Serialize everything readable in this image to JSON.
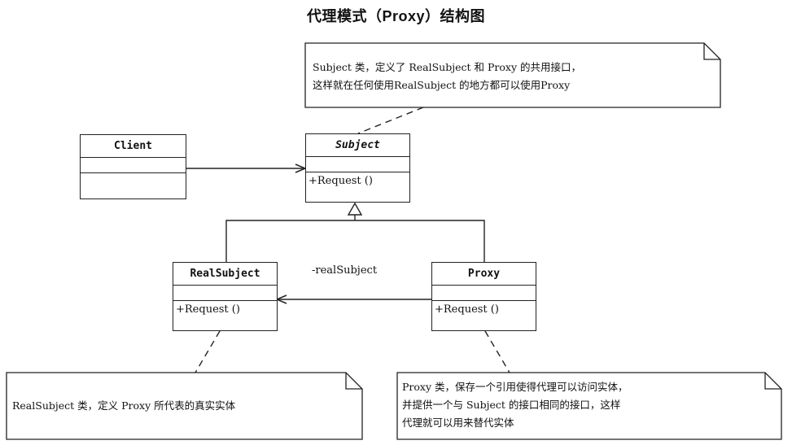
{
  "title": "代理模式（Proxy）结构图",
  "classes": {
    "client": {
      "name": "Client",
      "operation": ""
    },
    "subject": {
      "name": "Subject",
      "operation": "+Request ()"
    },
    "real_subject": {
      "name": "RealSubject",
      "operation": "+Request ()"
    },
    "proxy": {
      "name": "Proxy",
      "operation": "+Request ()"
    }
  },
  "association_label": "-realSubject",
  "notes": {
    "subject": {
      "lines": [
        "Subject 类，定义了 RealSubject 和 Proxy 的共用接口，",
        "这样就在任何使用RealSubject 的地方都可以使用Proxy"
      ]
    },
    "real_subject": {
      "lines": [
        "RealSubject 类，定义 Proxy 所代表的真实实体"
      ]
    },
    "proxy": {
      "lines": [
        "Proxy 类，保存一个引用使得代理可以访问实体，",
        "并提供一个与 Subject 的接口相同的接口，这样",
        "代理就可以用来替代实体"
      ]
    }
  }
}
